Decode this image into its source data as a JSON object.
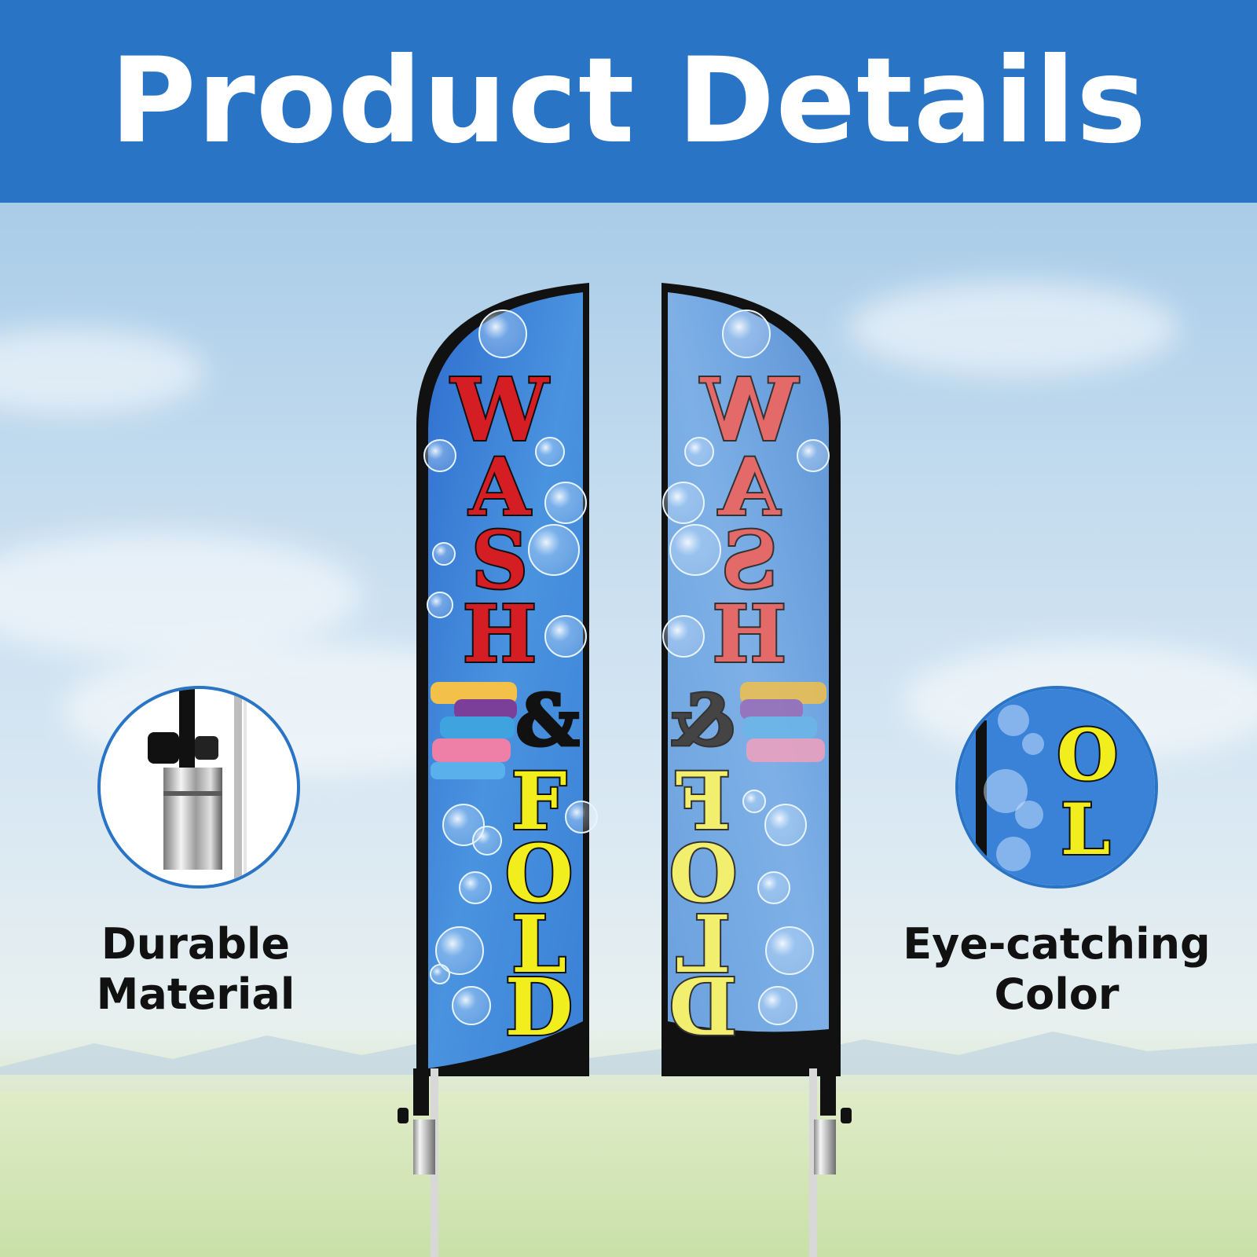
{
  "header": {
    "title": "Product Details"
  },
  "flag": {
    "word_top": [
      "W",
      "A",
      "S",
      "H"
    ],
    "ampersand": "&",
    "word_bottom": [
      "F",
      "O",
      "L",
      "D"
    ]
  },
  "features": [
    {
      "line1": "Durable",
      "line2": "Material"
    },
    {
      "line1": "Eye-catching",
      "line2": "Color"
    }
  ],
  "colors": {
    "header_blue": "#2a74c6",
    "flag_blue": "#3f86d8",
    "wash_red": "#d41e24",
    "fold_yellow": "#f2ee1e"
  }
}
